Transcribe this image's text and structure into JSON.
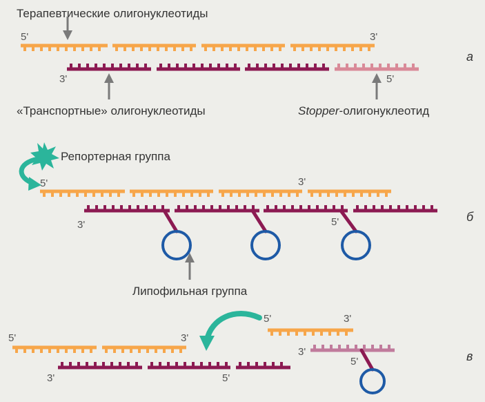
{
  "labels": {
    "therapeutic": "Терапевтические олигонуклеотиды",
    "transport": "«Транспортные» олигонуклеотиды",
    "stopper_italic": "Stopper",
    "stopper_rest": "-олигонуклеотид",
    "reporter": "Репортерная группа",
    "lipophilic": "Липофильная группа"
  },
  "ends": {
    "five": "5'",
    "three": "3'"
  },
  "panels": {
    "a": "а",
    "b": "б",
    "c": "в"
  },
  "colors": {
    "background": "#eeeeea",
    "therapeutic": "#f7a64a",
    "transport": "#8c1a52",
    "stopper": "#d98a98",
    "stopper_dark": "#c07b9c",
    "lipophilic": "#1e5aa6",
    "reporter": "#2bb59b",
    "arrow": "#7a7a7a"
  }
}
